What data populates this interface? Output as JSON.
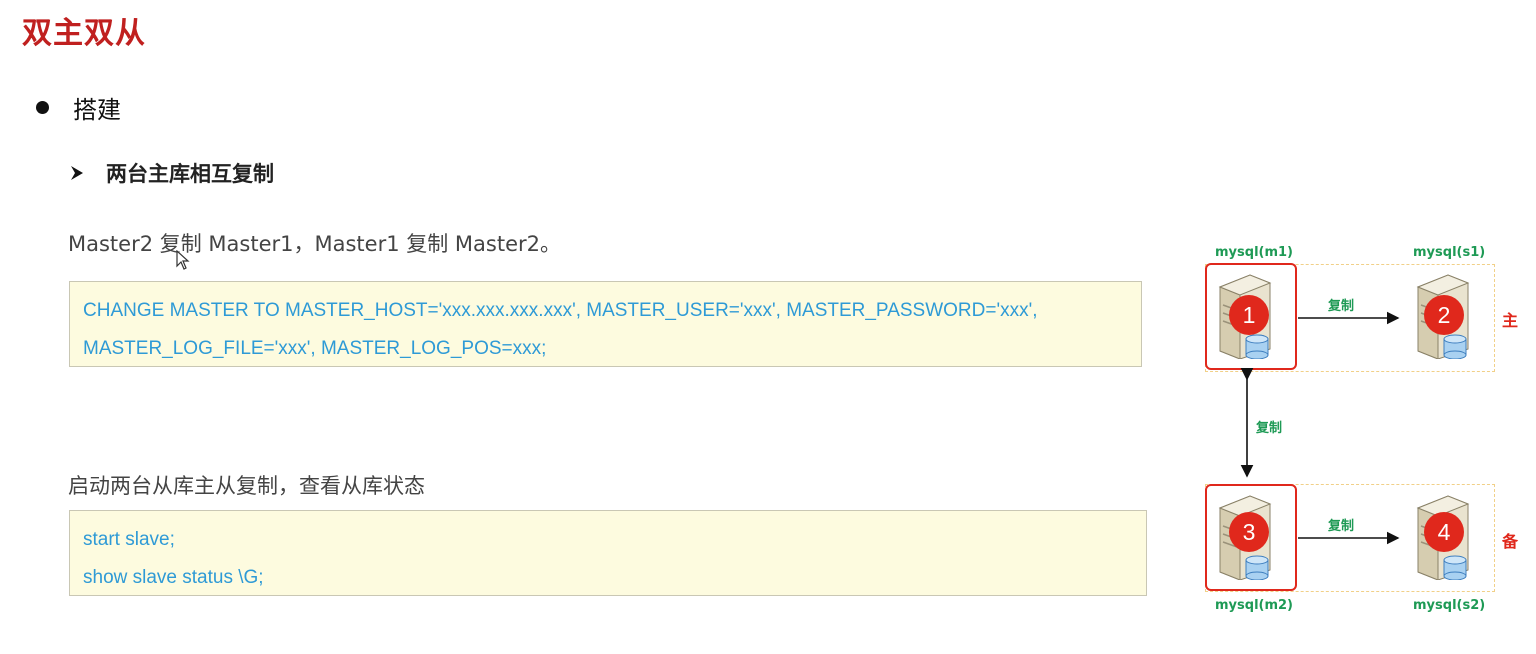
{
  "title": "双主双从",
  "bullet": "搭建",
  "subheading": "两台主库相互复制",
  "desc1": "Master2 复制 Master1，Master1 复制 Master2。",
  "code1": [
    "CHANGE MASTER TO MASTER_HOST='xxx.xxx.xxx.xxx', MASTER_USER='xxx', MASTER_PASSWORD='xxx',",
    "MASTER_LOG_FILE='xxx', MASTER_LOG_POS=xxx;"
  ],
  "desc2": "启动两台从库主从复制，查看从库状态",
  "code2": [
    "start slave;",
    "show  slave  status \\G;"
  ],
  "diagram": {
    "nodes": {
      "m1": {
        "label": "mysql(m1)",
        "number": "1"
      },
      "s1": {
        "label": "mysql(s1)",
        "number": "2"
      },
      "m2": {
        "label": "mysql(m2)",
        "number": "3"
      },
      "s2": {
        "label": "mysql(s2)",
        "number": "4"
      }
    },
    "edge_top": "复制",
    "edge_mid": "复制",
    "edge_bottom": "复制",
    "side_top": "主",
    "side_bottom": "备"
  },
  "colors": {
    "title": "#c0201f",
    "code_text": "#2e9ad6",
    "code_bg": "#fdfbdf",
    "node_label": "#1e9a55",
    "highlight": "#e0281c"
  }
}
